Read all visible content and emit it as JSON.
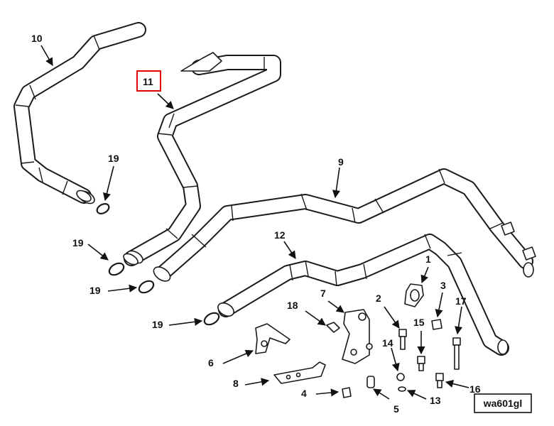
{
  "diagram": {
    "highlight_color": "#e00000",
    "line_color": "#1a1a1a",
    "callouts": {
      "c10": "10",
      "c11": "11",
      "c9": "9",
      "c12": "12",
      "c19a": "19",
      "c19b": "19",
      "c19c": "19",
      "c19d": "19",
      "c1": "1",
      "c2": "2",
      "c3": "3",
      "c4": "4",
      "c5": "5",
      "c6": "6",
      "c7": "7",
      "c8": "8",
      "c13": "13",
      "c14": "14",
      "c15": "15",
      "c16": "16",
      "c17": "17",
      "c18": "18"
    },
    "reference_code": "wa601gl"
  }
}
